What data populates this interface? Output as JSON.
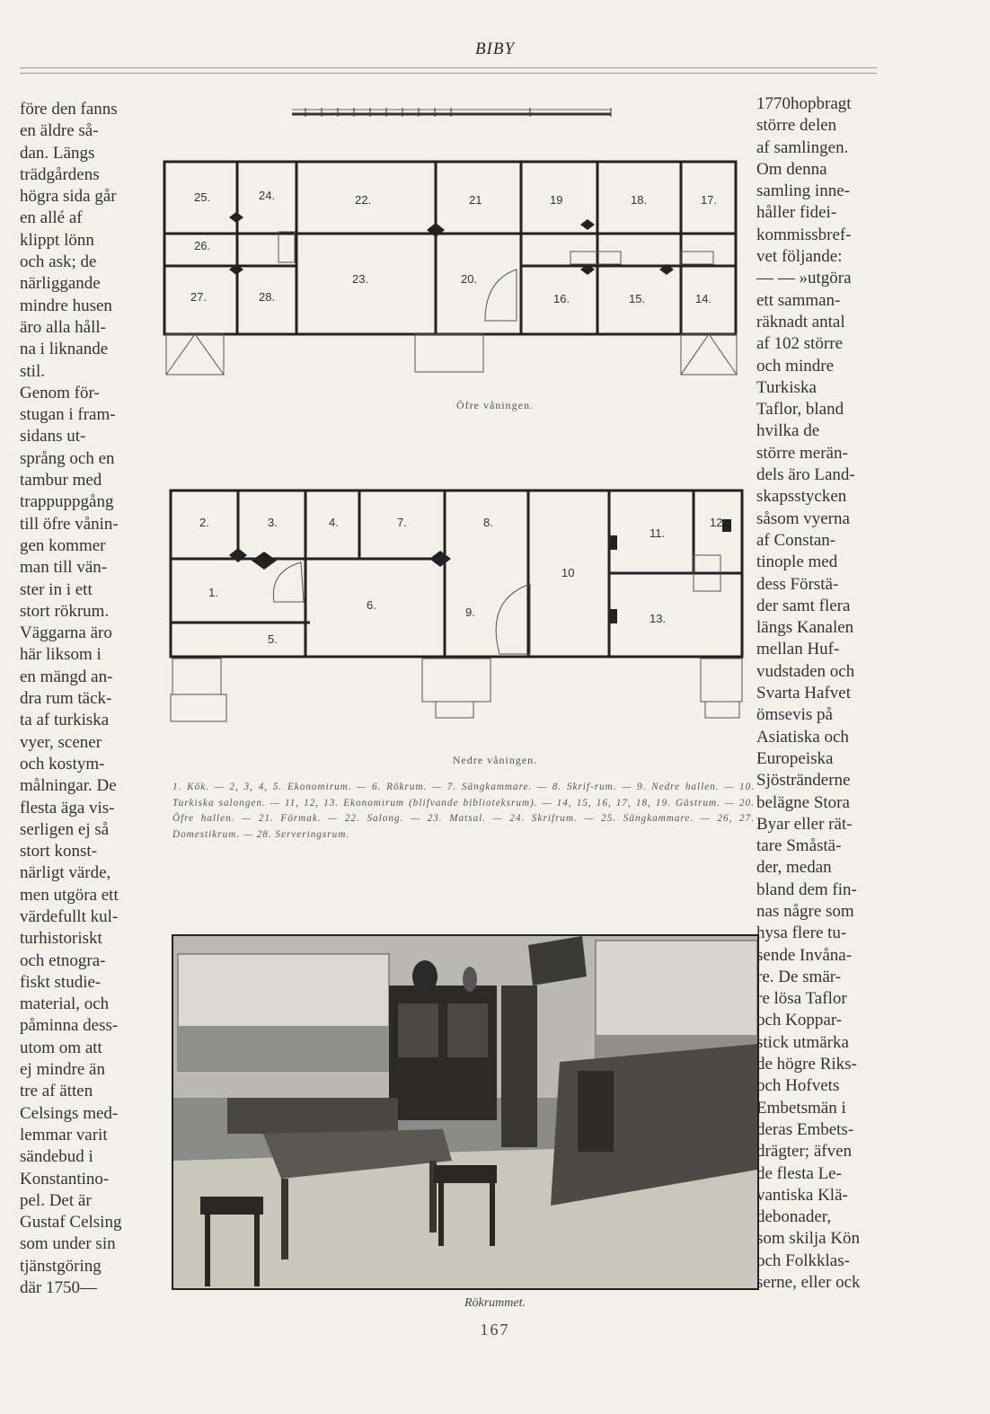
{
  "header": {
    "title": "BIBY"
  },
  "left_column": [
    "före den fanns",
    "en äldre så-",
    "dan. Längs",
    "trädgårdens",
    "högra sida går",
    "en allé af",
    "klippt lönn",
    "och ask; de",
    "närliggande",
    "mindre husen",
    "äro alla håll-",
    "na i liknande",
    "stil.",
    "Genom för-",
    "stugan i fram-",
    "sidans ut-",
    "språng och en",
    "tambur med",
    "trappuppgång",
    "till öfre vånin-",
    "gen kommer",
    "man till vän-",
    "ster in i ett",
    "stort rökrum.",
    "Väggarna äro",
    "här liksom i",
    "en mängd an-",
    "dra rum täck-",
    "ta af turkiska",
    "vyer, scener",
    "och kostym-",
    "målningar. De",
    "flesta äga vis-",
    "serligen ej så",
    "stort konst-",
    "närligt värde,",
    "men utgöra ett",
    "värdefullt kul-",
    "turhistoriskt",
    "och etnogra-",
    "fiskt studie-",
    "material, och",
    "påminna dess-",
    "utom om att",
    "ej mindre än",
    "tre af ätten",
    "Celsings med-",
    "lemmar varit",
    "sändebud i",
    "Konstantino-",
    "pel. Det är",
    "Gustaf Celsing",
    "som under sin",
    "tjänstgöring",
    "där 1750—"
  ],
  "right_column": [
    "1770hopbragt",
    "större delen",
    "af samlingen.",
    "Om denna",
    "samling inne-",
    "håller fidei-",
    "kommissbref-",
    "vet följande:",
    "— — »utgöra",
    "ett samman-",
    "räknadt antal",
    "af 102 större",
    "och mindre",
    "Turkiska",
    "Taflor, bland",
    "hvilka de",
    "större merän-",
    "dels äro Land-",
    "skapsstycken",
    "såsom vyerna",
    "af Constan-",
    "tinople med",
    "dess Förstä-",
    "der samt flera",
    "längs Kanalen",
    "mellan Huf-",
    "vudstaden och",
    "Svarta Hafvet",
    "ömsevis på",
    "Asiatiska och",
    "Europeiska",
    "Sjöstränderne",
    "belägne Stora",
    "Byar eller rät-",
    "tare Småstä-",
    "der, medan",
    "bland dem fin-",
    "nas någre som",
    "hysa flere tu-",
    "sende Invåna-",
    "re. De smär-",
    "re lösa Taflor",
    "och Koppar-",
    "stick utmärka",
    "de högre Riks-",
    "och Hofvets",
    "Embetsmän i",
    "deras Embets-",
    "drägter; äfven",
    "de flesta Le-",
    "vantiska Klä-",
    "debonader,",
    "som skilja Kön",
    "och Folkklas-",
    "serne, eller ock"
  ],
  "upper_plan": {
    "caption": "Öfre våningen.",
    "rooms": [
      "25.",
      "24.",
      "22.",
      "21",
      "19",
      "18.",
      "17.",
      "26.",
      "23.",
      "20.",
      "27.",
      "28.",
      "16.",
      "15.",
      "14."
    ]
  },
  "lower_plan": {
    "caption": "Nedre våningen.",
    "rooms": [
      "2.",
      "3.",
      "4.",
      "7.",
      "8.",
      "11.",
      "12",
      "10",
      "1.",
      "6.",
      "9.",
      "13.",
      "5."
    ]
  },
  "legend": "1. Kök. — 2, 3, 4, 5. Ekonomirum. — 6. Rökrum. — 7. Sängkammare. — 8. Skrif-rum. — 9. Nedre hallen. — 10. Turkiska salongen. — 11, 12, 13. Ekonomirum (blifvande biblioteksrum). — 14, 15, 16, 17, 18, 19. Gästrum. — 20. Öfre hallen. — 21. Förmak. — 22. Salong. — 23. Matsal. — 24. Skrifrum. — 25. Sängkammare. — 26, 27. Domestikrum. — 28. Serveringsrum.",
  "photo": {
    "caption": "Rökrummet."
  },
  "page_number": "167"
}
